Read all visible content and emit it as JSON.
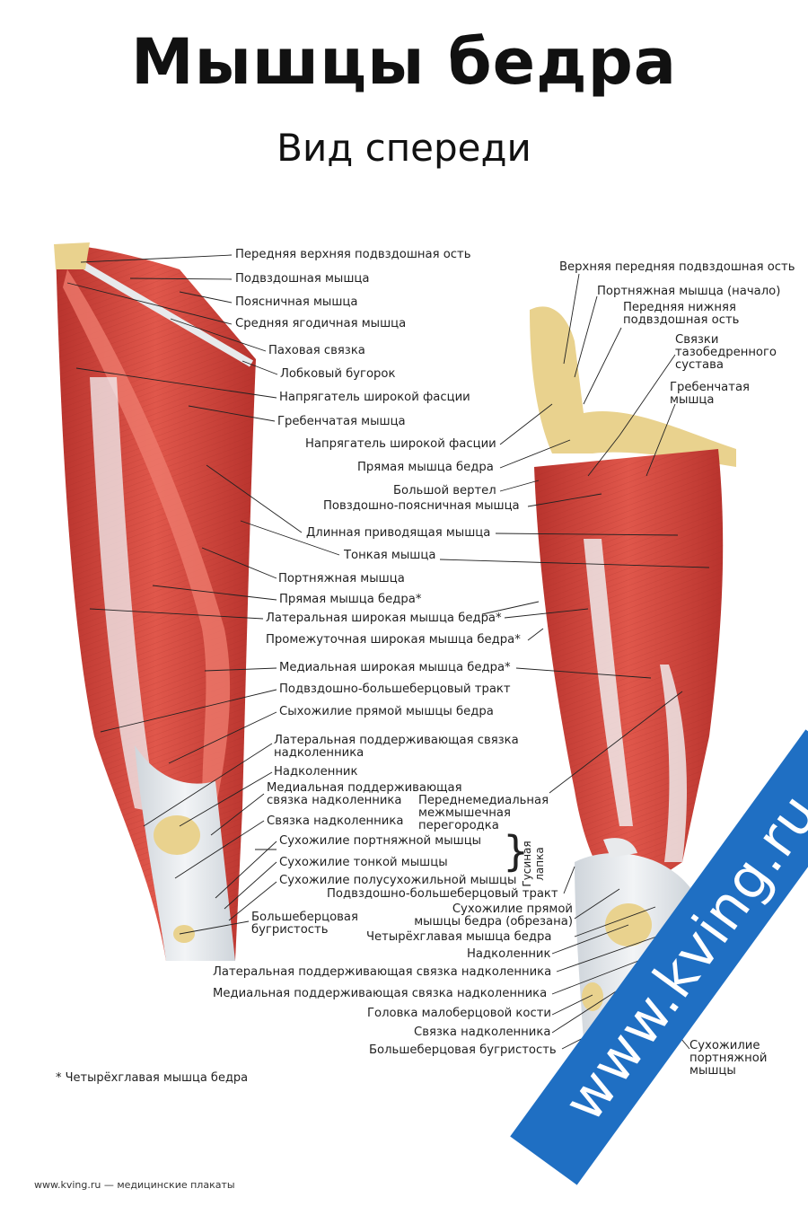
{
  "title": "Мышцы бедра",
  "subtitle": "Вид спереди",
  "left_labels": [
    "Передняя верхняя подвздошная ость",
    "Подвздошная мышца",
    "Поясничная мышца",
    "Средняя ягодичная мышца",
    "Паховая связка",
    "Лобковый бугорок",
    "Напрягатель широкой фасции",
    "Гребенчатая мышца",
    "Портняжная мышца",
    "Прямая мышца бедра*",
    "Латеральная широкая мышца бедра*",
    "Промежуточная широкая мышца бедра*",
    "Медиальная широкая мышца бедра*",
    "Подвздошно-большеберцовый тракт",
    "Сыхожилие прямой мышцы бедра",
    "Латеральная поддерживающая связка надколенника",
    "Надколенник",
    "Медиальная поддерживающая связка надколенника",
    "Связка надколенника",
    "Сухожилие портняжной мышцы",
    "Сухожилие тонкой мышцы",
    "Сухожилие полусухожильной мышцы",
    "Большеберцовая бугристость"
  ],
  "center_labels": [
    "Напрягатель широкой фасции",
    "Прямая мышца бедра",
    "Большой вертел",
    "Повздошно-поясничная мышца",
    "Длинная приводящая мышца",
    "Тонкая мышца"
  ],
  "right_labels": [
    "Верхняя передняя подвздошная ость",
    "Портняжная мышца (начало)",
    "Передняя нижняя подвздошная ость",
    "Связки тазобедренного сустава",
    "Гребенчатая мышца",
    "Переднемедиальная межмышечная перегородка",
    "Сухожилие портняжной мышцы"
  ],
  "goose_foot": [
    "Гусиная",
    "лапка"
  ],
  "bottom_labels": [
    "Подвздошно-большеберцовый тракт",
    "Сухожилие прямой мышцы бедра (обрезана)",
    "Четырёхглавая мышца бедра",
    "Надколенник",
    "Латеральная поддерживающая связка надколенника",
    "Медиальная поддерживающая связка надколенника",
    "Головка малоберцовой кости",
    "Связка надколенника",
    "Большеберцовая бугристость"
  ],
  "footnote": "* Четырёхглавая мышца бедра",
  "footer": "www.kving.ru — медицинские плакаты",
  "watermark": "www.kving.ru",
  "colors": {
    "muscle": "#d9473e",
    "muscle_dark": "#a8302b",
    "tendon": "#e6e9ec",
    "bone": "#e9d28e",
    "watermark": "#1f6fc3"
  }
}
